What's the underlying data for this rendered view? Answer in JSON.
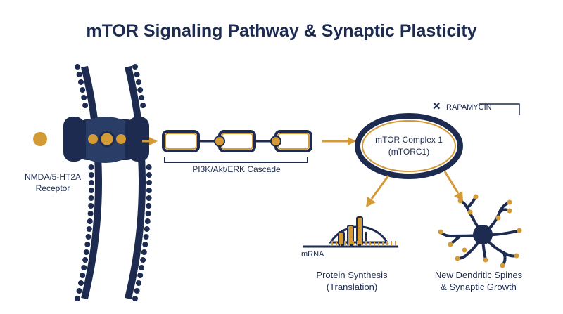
{
  "title": "mTOR Signaling Pathway & Synaptic Plasticity",
  "receptor": {
    "line1": "NMDA/5-HT2A",
    "line2": "Receptor"
  },
  "cascade_label": "PI3K/Akt/ERK Cascade",
  "mtor": {
    "line1": "mTOR Complex 1",
    "line2": "(mTORC1)"
  },
  "inhibitor": {
    "symbol": "✕",
    "label": "RAPAMYCIN"
  },
  "mrna_label": "mRNA",
  "protein": {
    "line1": "Protein Synthesis",
    "line2": "(Translation)"
  },
  "spines": {
    "line1": "New Dendritic Spines",
    "line2": "& Synaptic Growth"
  },
  "colors": {
    "navy": "#1c2b4f",
    "gold": "#d49a35"
  }
}
